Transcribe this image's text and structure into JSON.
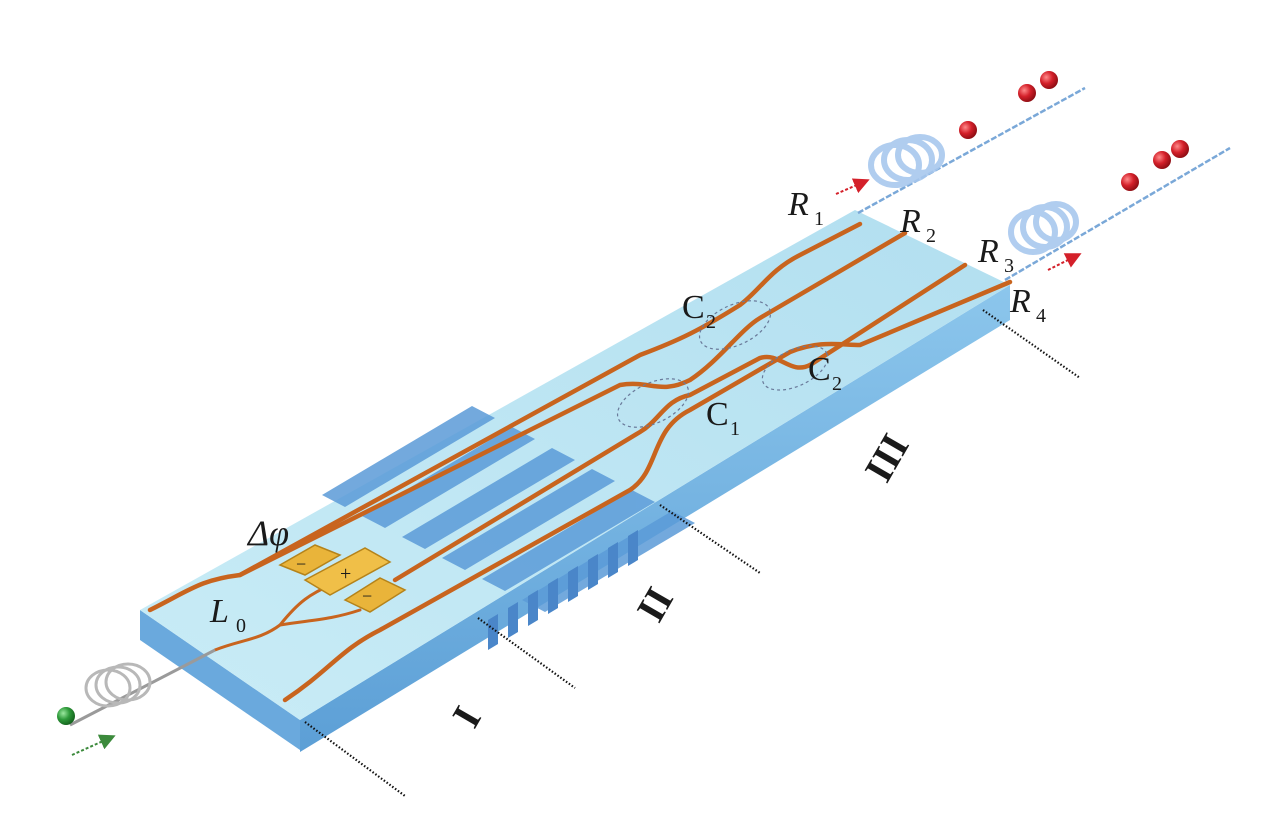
{
  "labels": {
    "delta_phi": "Δφ",
    "l0_main": "L",
    "l0_sub": "0",
    "r1_main": "R",
    "r1_sub": "1",
    "r2_main": "R",
    "r2_sub": "2",
    "r3_main": "R",
    "r3_sub": "3",
    "r4_main": "R",
    "r4_sub": "4",
    "c1_main": "C",
    "c1_sub": "1",
    "c2_top_main": "C",
    "c2_top_sub": "2",
    "c2_right_main": "C",
    "c2_right_sub": "2",
    "section_1": "I",
    "section_2": "II",
    "section_3": "III",
    "electrode_plus": "+",
    "electrode_minus_top": "−",
    "electrode_minus_bottom": "−"
  },
  "colors": {
    "chip_top": "#bfe6f2",
    "chip_side": "#79b8e6",
    "waveguide": "#c8641e",
    "electrode": "#e9b43a",
    "stripe": "#5b9bd8",
    "photon_in": "#2e9a3a",
    "photon_out": "#d0202a",
    "fiber_coil": "#a8c8ee"
  }
}
